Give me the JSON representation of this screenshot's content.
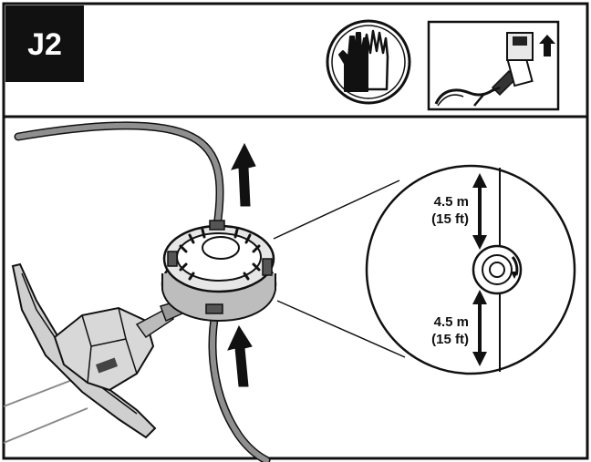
{
  "step": {
    "label": "J2"
  },
  "icons": {
    "gloves": "gloves-icon",
    "spark_plug_detail": "spark-plug-disconnect-icon",
    "arrow": "arrow-up-icon"
  },
  "callout": {
    "top_length": "4.5 m",
    "top_length_imperial": "(15 ft)",
    "bottom_length": "4.5 m",
    "bottom_length_imperial": "(15 ft)"
  },
  "colors": {
    "frame": "#111111",
    "badge": "#111111",
    "line": "#9a9a9a",
    "cord": "#8f8f8f"
  }
}
